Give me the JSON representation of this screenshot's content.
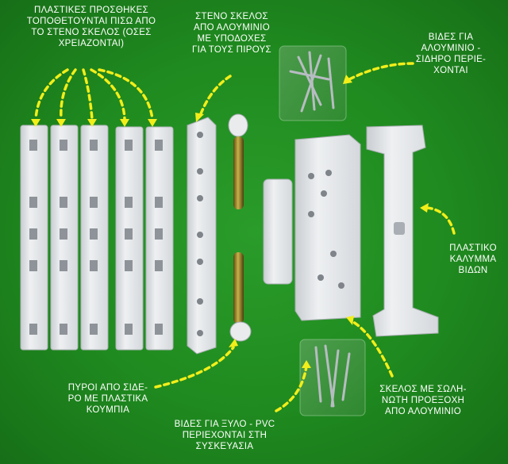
{
  "labels": {
    "plastic_additions": [
      "ΠΛΑΣΤΙΚΕΣ ΠΡΟΣΘΗΚΕΣ",
      "ΤΟΠΟΘΕΤΟΥΝΤΑΙ ΠΙΣΩ ΑΠΟ",
      "ΤΟ ΣΤΕΝΟ ΣΚΕΛΟΣ (ΟΣΕΣ",
      "ΧΡΕΙΑΖΟΝΤΑΙ)"
    ],
    "narrow_leg": [
      "ΣΤΕΝΟ ΣΚΕΛΟΣ",
      "ΑΠΟ ΑΛΟΥΜΙΝΙΟ",
      "ΜΕ ΥΠΟΔΟΧΕΣ",
      "ΓΙΑ ΤΟΥΣ ΠΙΡΟΥΣ"
    ],
    "aluminium_screws": [
      "ΒΙΔΕΣ ΓΙΑ",
      "ΑΛΟΥΜΙΝΙΟ -",
      "ΣΙΔΗΡΟ ΠΕΡΙΕ-",
      "ΧΟΝΤΑΙ"
    ],
    "plastic_cover": [
      "ΠΛΑΣΤΙΚΟ",
      "ΚΑΛΥΜΜΑ",
      "ΒΙΔΩΝ"
    ],
    "iron_pins": [
      "ΠΥΡΟΙ ΑΠΟ ΣΙΔΕ-",
      "ΡΟ ΜΕ ΠΛΑΣΤΙΚΑ",
      "ΚΟΥΜΠΙΑ"
    ],
    "wood_screws": [
      "ΒΙΔΕΣ ΓΙΑ ΞΥΛΟ - PVC",
      "ΠΕΡΙΕΧΟΝΤΑΙ ΣΤΗ",
      "ΣΥΣΚΕΥΑΣΙΑ"
    ],
    "tube_leg": [
      "ΣΚΕΛΟΣ ΜΕ ΣΩΛΗ-",
      "ΝΩΤΗ ΠΡΟΕΞΟΧΗ",
      "ΑΠΟ ΑΛΟΥΜΙΝΙΟ"
    ]
  },
  "colors": {
    "background": "#1f8a1f",
    "arrow": "#f2ee1a",
    "text": "#ffffff",
    "parts": "#e6e8ea"
  }
}
